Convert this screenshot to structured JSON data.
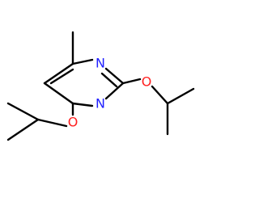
{
  "molecule": {
    "atoms": {
      "n1": {
        "symbol": "N"
      },
      "n3": {
        "symbol": "N"
      },
      "o2": {
        "symbol": "O"
      },
      "o4": {
        "symbol": "O"
      }
    },
    "colors": {
      "bond": "#000000",
      "nitrogen": "#1f1fff",
      "oxygen": "#ff1f1f"
    }
  }
}
